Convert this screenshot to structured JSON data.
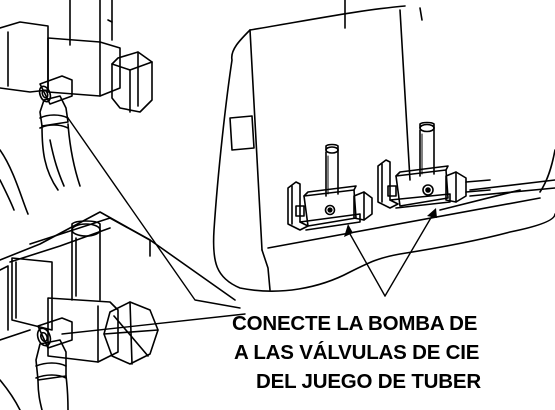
{
  "caption": {
    "line1": "CONECTE LA BOMBA DE",
    "line2": "A LAS VÁLVULAS DE CIE",
    "line3": "DEL JUEGO DE TUBER"
  },
  "colors": {
    "ink": "#000000",
    "paper": "#ffffff",
    "shade": "#bdbdbd"
  }
}
